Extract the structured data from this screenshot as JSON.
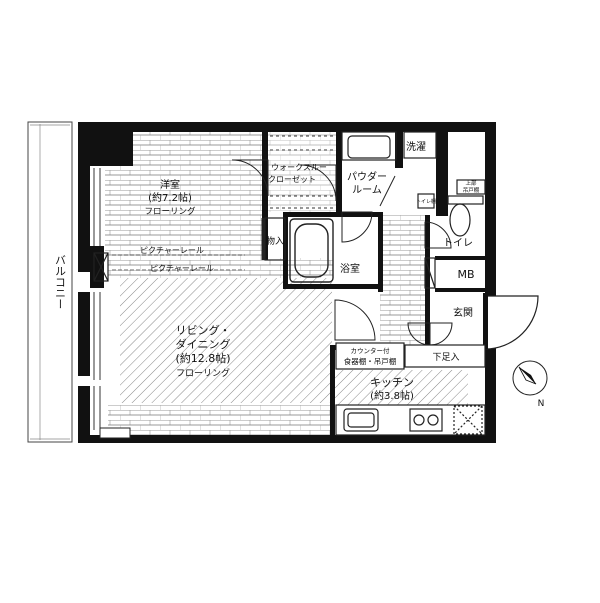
{
  "rooms": {
    "western_room": {
      "name": "洋室",
      "size": "(約7.2帖)",
      "floor": "フローリング"
    },
    "walk_in_closet": {
      "line1": "ウォークスルー",
      "line2": "クローゼット"
    },
    "powder_room": {
      "line1": "パウダー",
      "line2": "ルーム"
    },
    "laundry": "洗濯",
    "storage": "物入",
    "bath": "浴室",
    "toilet": "トイレ",
    "mb": "MB",
    "entrance": "玄関",
    "shoe_storage": "下足入",
    "living": {
      "line1": "リビング・",
      "line2": "ダイニング",
      "size": "(約12.8帖)",
      "floor": "フローリング"
    },
    "kitchen": {
      "name": "キッチン",
      "size": "(約3.8帖)"
    },
    "balcony": "バルコニー"
  },
  "labels": {
    "picture_rail_1": "ピクチャーレール",
    "picture_rail_2": "ピクチャーレール",
    "counter_line1": "カウンター付",
    "counter_line2": "食器棚・吊戸棚",
    "toilet_shelf": "トイレ棚",
    "upper_cabinet_line1": "上部",
    "upper_cabinet_line2": "吊戸棚",
    "north": "N"
  }
}
